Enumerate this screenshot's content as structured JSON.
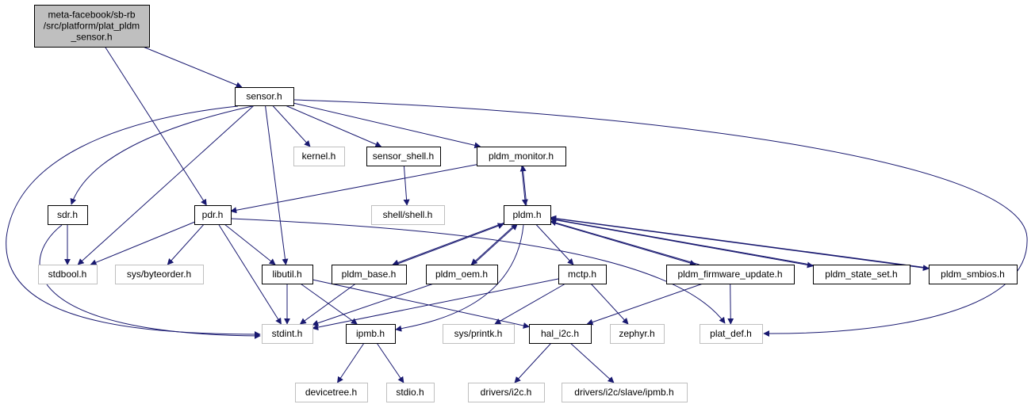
{
  "colors": {
    "edge": "#191970",
    "root_fill": "#bfbfbf",
    "root_stroke": "#000000",
    "internal_stroke": "#000000",
    "external_stroke": "#bfbfbf",
    "node_fill": "#ffffff"
  },
  "nodes": {
    "root": {
      "lines": [
        "meta-facebook/sb-rb",
        "/src/platform/plat_pldm",
        "_sensor.h"
      ],
      "kind": "root"
    },
    "sensor": {
      "lines": [
        "sensor.h"
      ],
      "kind": "internal"
    },
    "kernel": {
      "lines": [
        "kernel.h"
      ],
      "kind": "external"
    },
    "sensor_shell": {
      "lines": [
        "sensor_shell.h"
      ],
      "kind": "internal"
    },
    "pldm_monitor": {
      "lines": [
        "pldm_monitor.h"
      ],
      "kind": "internal"
    },
    "shell_shell": {
      "lines": [
        "shell/shell.h"
      ],
      "kind": "external"
    },
    "sdr": {
      "lines": [
        "sdr.h"
      ],
      "kind": "internal"
    },
    "pdr": {
      "lines": [
        "pdr.h"
      ],
      "kind": "internal"
    },
    "pldm": {
      "lines": [
        "pldm.h"
      ],
      "kind": "internal"
    },
    "stdbool": {
      "lines": [
        "stdbool.h"
      ],
      "kind": "external"
    },
    "sys_byteorder": {
      "lines": [
        "sys/byteorder.h"
      ],
      "kind": "external"
    },
    "libutil": {
      "lines": [
        "libutil.h"
      ],
      "kind": "internal"
    },
    "pldm_base": {
      "lines": [
        "pldm_base.h"
      ],
      "kind": "internal"
    },
    "pldm_oem": {
      "lines": [
        "pldm_oem.h"
      ],
      "kind": "internal"
    },
    "mctp": {
      "lines": [
        "mctp.h"
      ],
      "kind": "internal"
    },
    "pldm_firmware_update": {
      "lines": [
        "pldm_firmware_update.h"
      ],
      "kind": "internal"
    },
    "pldm_state_set": {
      "lines": [
        "pldm_state_set.h"
      ],
      "kind": "internal"
    },
    "pldm_smbios": {
      "lines": [
        "pldm_smbios.h"
      ],
      "kind": "internal"
    },
    "stdint": {
      "lines": [
        "stdint.h"
      ],
      "kind": "external"
    },
    "ipmb": {
      "lines": [
        "ipmb.h"
      ],
      "kind": "internal"
    },
    "sys_printk": {
      "lines": [
        "sys/printk.h"
      ],
      "kind": "external"
    },
    "hal_i2c": {
      "lines": [
        "hal_i2c.h"
      ],
      "kind": "internal"
    },
    "zephyr": {
      "lines": [
        "zephyr.h"
      ],
      "kind": "external"
    },
    "plat_def": {
      "lines": [
        "plat_def.h"
      ],
      "kind": "external"
    },
    "devicetree": {
      "lines": [
        "devicetree.h"
      ],
      "kind": "external"
    },
    "stdio": {
      "lines": [
        "stdio.h"
      ],
      "kind": "external"
    },
    "drivers_i2c": {
      "lines": [
        "drivers/i2c.h"
      ],
      "kind": "external"
    },
    "drivers_i2c_slave_ipmb": {
      "lines": [
        "drivers/i2c/slave/ipmb.h"
      ],
      "kind": "external"
    }
  },
  "edges": [
    [
      "root",
      "sensor"
    ],
    [
      "root",
      "pdr"
    ],
    [
      "sensor",
      "sdr"
    ],
    [
      "sensor",
      "stdbool"
    ],
    [
      "sensor",
      "stdint"
    ],
    [
      "sensor",
      "libutil"
    ],
    [
      "sensor",
      "kernel"
    ],
    [
      "sensor",
      "sensor_shell"
    ],
    [
      "sensor",
      "pldm_monitor"
    ],
    [
      "sensor",
      "plat_def"
    ],
    [
      "sensor_shell",
      "shell_shell"
    ],
    [
      "pldm_monitor",
      "pdr"
    ],
    [
      "pldm_monitor",
      "pldm"
    ],
    [
      "pldm",
      "pldm_monitor"
    ],
    [
      "sdr",
      "stdbool"
    ],
    [
      "sdr",
      "stdint"
    ],
    [
      "pdr",
      "stdbool"
    ],
    [
      "pdr",
      "sys_byteorder"
    ],
    [
      "pdr",
      "libutil"
    ],
    [
      "pdr",
      "stdint"
    ],
    [
      "pdr",
      "plat_def"
    ],
    [
      "pldm",
      "pldm_base"
    ],
    [
      "pldm_base",
      "pldm"
    ],
    [
      "pldm",
      "pldm_oem"
    ],
    [
      "pldm_oem",
      "pldm"
    ],
    [
      "pldm",
      "mctp"
    ],
    [
      "pldm",
      "ipmb"
    ],
    [
      "pldm",
      "pldm_firmware_update"
    ],
    [
      "pldm_firmware_update",
      "pldm"
    ],
    [
      "pldm",
      "pldm_state_set"
    ],
    [
      "pldm_state_set",
      "pldm"
    ],
    [
      "pldm",
      "pldm_smbios"
    ],
    [
      "pldm_smbios",
      "pldm"
    ],
    [
      "libutil",
      "stdint"
    ],
    [
      "libutil",
      "ipmb"
    ],
    [
      "libutil",
      "hal_i2c"
    ],
    [
      "pldm_base",
      "stdint"
    ],
    [
      "pldm_oem",
      "stdint"
    ],
    [
      "mctp",
      "stdint"
    ],
    [
      "mctp",
      "sys_printk"
    ],
    [
      "mctp",
      "zephyr"
    ],
    [
      "pldm_firmware_update",
      "hal_i2c"
    ],
    [
      "pldm_firmware_update",
      "plat_def"
    ],
    [
      "ipmb",
      "devicetree"
    ],
    [
      "ipmb",
      "stdio"
    ],
    [
      "hal_i2c",
      "drivers_i2c"
    ],
    [
      "hal_i2c",
      "drivers_i2c_slave_ipmb"
    ]
  ]
}
